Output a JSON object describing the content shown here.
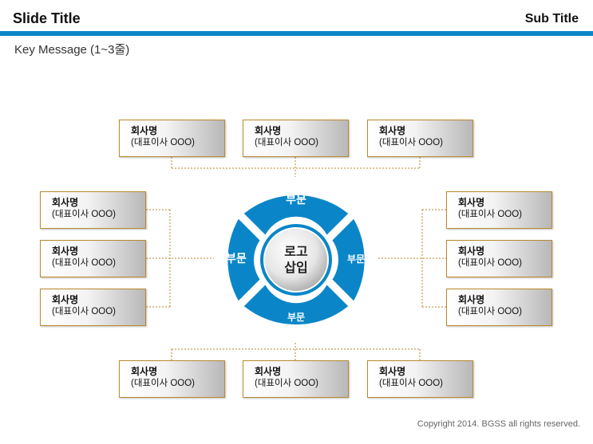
{
  "header": {
    "title": "Slide Title",
    "subtitle": "Sub Title",
    "key_message": "Key Message (1~3줄)"
  },
  "footer": {
    "copyright": "Copyright 2014. BGSS all rights reserved."
  },
  "center": {
    "line1": "로고",
    "line2": "삽입"
  },
  "segments": {
    "top": "부문",
    "right": "부문",
    "bottom": "부문",
    "left": "부문"
  },
  "colors": {
    "accent": "#0a86c8",
    "box_border": "#b98a2e",
    "connector": "#b8862b"
  },
  "groups": {
    "top": [
      {
        "name": "회사명",
        "rep": "(대표이사 OOO)"
      },
      {
        "name": "회사명",
        "rep": "(대표이사 OOO)"
      },
      {
        "name": "회사명",
        "rep": "(대표이사 OOO)"
      }
    ],
    "left": [
      {
        "name": "회사명",
        "rep": "(대표이사 OOO)"
      },
      {
        "name": "회사명",
        "rep": "(대표이사 OOO)"
      },
      {
        "name": "회사명",
        "rep": "(대표이사 OOO)"
      }
    ],
    "right": [
      {
        "name": "회사명",
        "rep": "(대표이사 OOO)"
      },
      {
        "name": "회사명",
        "rep": "(대표이사 OOO)"
      },
      {
        "name": "회사명",
        "rep": "(대표이사 OOO)"
      }
    ],
    "bottom": [
      {
        "name": "회사명",
        "rep": "(대표이사 OOO)"
      },
      {
        "name": "회사명",
        "rep": "(대표이사 OOO)"
      },
      {
        "name": "회사명",
        "rep": "(대표이사 OOO)"
      }
    ]
  }
}
